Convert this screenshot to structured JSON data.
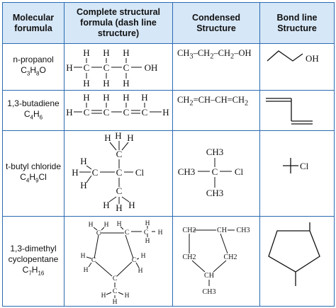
{
  "headers": {
    "col1": "Molecular forumula",
    "col2": "Complete structural formula (dash line structure)",
    "col3": "Condensed Structure",
    "col4": "Bond line Structure"
  },
  "rows": [
    {
      "name": "n-propanol",
      "formula": "C3H8O",
      "condensed": "CH3–CH2–CH2–OH",
      "bondline_label": "OH"
    },
    {
      "name": "1,3-butadiene",
      "formula": "C4H6",
      "condensed": "CH2=CH–CH=CH2"
    },
    {
      "name": "t-butyl chloride",
      "formula": "C4H9Cl",
      "condensed_labels": {
        "top": "CH3",
        "left": "CH3",
        "center": "C",
        "right": "Cl",
        "bottom": "CH3"
      },
      "bondline_label": "Cl"
    },
    {
      "name": "1,3-dimethyl cyclopentane",
      "formula": "C7H16",
      "condensed_labels": {
        "ch2_a": "CH2",
        "ch": "CH",
        "ch3": "CH3",
        "ch2_b": "CH2",
        "ch2_c": "CH2",
        "ch_bottom": "CH",
        "ch3_bottom": "CH3"
      }
    }
  ],
  "atoms": {
    "H": "H",
    "C": "C",
    "O": "O",
    "Cl": "Cl",
    "OH": "OH"
  }
}
